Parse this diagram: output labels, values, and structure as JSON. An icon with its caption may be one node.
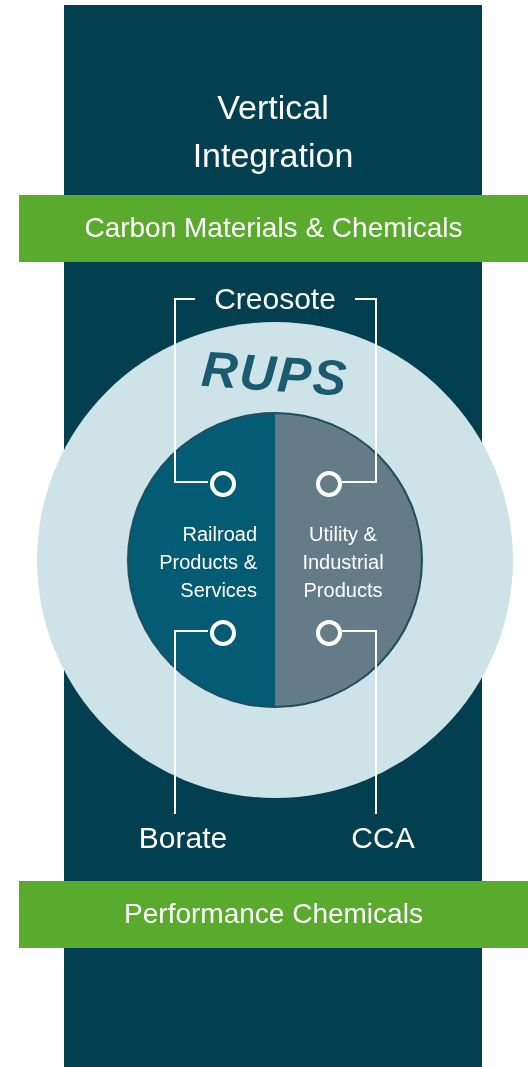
{
  "diagram": {
    "nodes": [
      {
        "text": [
          "Vertical Integration"
        ]
      },
      {
        "text": [
          "Carbon Materials & Chemicals"
        ]
      },
      {
        "text": [
          "Creosote"
        ],
        "in": 0
      },
      {
        "text": [
          "RUPS"
        ]
      },
      {
        "text": [
          "Railroad Products & Services"
        ],
        "in": 3
      },
      {
        "text": [
          "Utility & Industrial Products"
        ],
        "in": 3
      },
      {
        "text": [],
        "shape": "circle",
        "in": 4
      },
      {
        "text": [],
        "shape": "circle",
        "in": 5
      },
      {
        "text": [],
        "shape": "circle",
        "in": 4
      },
      {
        "text": [],
        "shape": "circle",
        "in": 5
      },
      {
        "text": [
          "Borate"
        ],
        "in": 0
      },
      {
        "text": [
          "CCA"
        ],
        "in": 0
      },
      {
        "text": [
          "Performance Chemicals"
        ]
      }
    ],
    "edges": [
      {
        "from": 2,
        "to": 6,
        "arrow": "none"
      },
      {
        "from": 2,
        "to": 7,
        "arrow": "none"
      },
      {
        "from": 10,
        "to": 8,
        "arrow": "none"
      },
      {
        "from": 11,
        "to": 9,
        "arrow": "none"
      }
    ]
  }
}
